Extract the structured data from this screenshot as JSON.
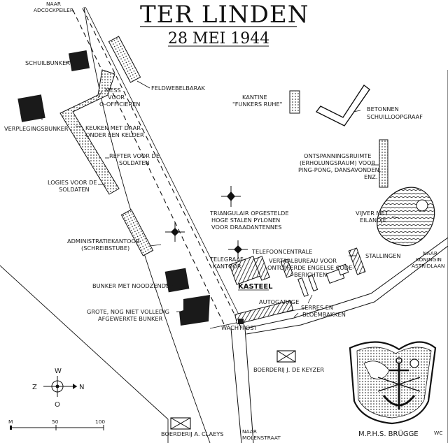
{
  "title": "TER LINDEN",
  "date": "28 MEI 1944",
  "labels": {
    "naar_adcockpeiler": [
      "NAAR",
      "ADCOCKPEILER"
    ],
    "schuilbunker": "SCHUILBUNKER",
    "verplegingsbunker": "VERPLEGINGSBUNKER",
    "mess": [
      "MESS",
      "VOOR",
      "O-OFFICIEREN"
    ],
    "keuken": [
      "KEUKEN MET DAAR-",
      "ONDER EEN KELDER"
    ],
    "refter": [
      "REFTER VOOR DE",
      "SOLDATEN"
    ],
    "logies": [
      "LOGIES VOOR DE",
      "SOLDATEN"
    ],
    "feldwebelbarak": "FELDWEBELBARAK",
    "kantine": [
      "KANTINE",
      "\"FUNKERS RUHE\""
    ],
    "betonnen": [
      "BETONNEN",
      "SCHUILLOOPGRAAF"
    ],
    "ontspanning": [
      "ONTSPANNINGSRUIMTE",
      "(ERHOLUNGSRAUM) VOOR",
      "PING-PONG, DANSAVONDEN,",
      "ENZ."
    ],
    "triangulair": [
      "TRIANGULAIR OPGESTELDE",
      "HOGE STALEN PYLONEN",
      "VOOR DRAADANTENNES"
    ],
    "vijver": [
      "VIJVER MET",
      "EILANDJE"
    ],
    "administratie": [
      "ADMINISTRATIEKANTOOR",
      "(SCHREIBSTUBE)"
    ],
    "telefooncentrale": "TELEFOONCENTRALE",
    "vertaalbureau": [
      "VERTAALBUREAU VOOR",
      "ONTCIJFERDE ENGELSE CODE-",
      "BERICHTEN"
    ],
    "telegraaf": [
      "TELEGRAAF-",
      "KANTOOR"
    ],
    "stallingen": "STALLINGEN",
    "naar_koningin": [
      "NAAR",
      "KONINGIN",
      "ASTRIDLAAN"
    ],
    "kasteel": "KASTEEL",
    "bunker_noodzender": "BUNKER MET NOODZENDER",
    "grote_bunker": [
      "GROTE, NOG NIET VOLLEDIG",
      "AFGEWERKTE BUNKER"
    ],
    "autogarage": "AUTOGARAGE",
    "serres": [
      "SERRES EN",
      "BLOEMBAKKEN"
    ],
    "wachtpost": "WACHTPOST",
    "boerderij_keyzer": "BOERDERIJ J. DE KEYZER",
    "boerderij_claeys": "BOERDERIJ A. CLAEYS",
    "naar_molenstraat": [
      "NAAR",
      "MOLENSTRAAT"
    ],
    "mphs": "M.P.H.S. BRÜGGE",
    "initials": "WC"
  },
  "compass": {
    "north": "N",
    "south": "Z",
    "west": "W",
    "east": "O"
  },
  "scale": {
    "unit": "M",
    "ticks": [
      "50",
      "100"
    ]
  },
  "colors": {
    "ink": "#111111",
    "paper": "#ffffff"
  },
  "icons": [
    "pylon-icon",
    "compass-rose-icon",
    "farm-cross-icon",
    "crest-anchor-icon"
  ]
}
